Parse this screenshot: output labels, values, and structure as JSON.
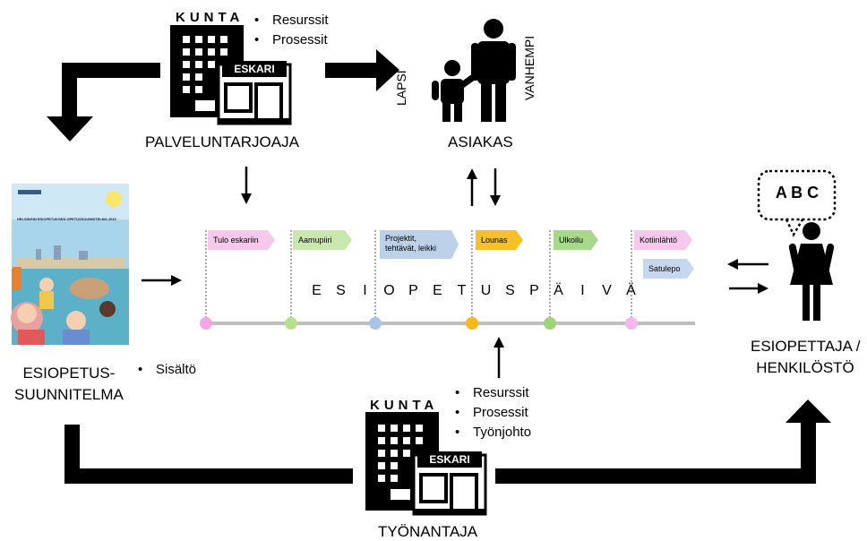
{
  "top_provider": {
    "org_label": "KUNTA",
    "shop_label": "ESKARI",
    "bullets": [
      "Resurssit",
      "Prosessit"
    ],
    "role_label": "PALVELUNTARJOAJA"
  },
  "customer": {
    "child_label": "LAPSI",
    "parent_label": "VANHEMPI",
    "role_label": "ASIAKAS"
  },
  "curriculum": {
    "cover_small_text": "HELSINGIN ESIOPETUKSEN OPETUSSUUNNITELMA 2016",
    "label_line1": "ESIOPETUS-",
    "label_line2": "SUUNNITELMA",
    "bullet": "Sisältö"
  },
  "teacher": {
    "speech_text": "A B C",
    "label_line1": "ESIOPETTAJA /",
    "label_line2": "HENKILÖSTÖ"
  },
  "employer": {
    "org_label": "KUNTA",
    "shop_label": "ESKARI",
    "bullets": [
      "Resurssit",
      "Prosessit",
      "Työnjohto"
    ],
    "role_label": "TYÖNANTAJA"
  },
  "timeline": {
    "title": "ESIOPETUSPÄIVÄ",
    "title_letters": [
      "E",
      "S",
      "I",
      "O",
      "P",
      "E",
      "T",
      "U",
      "S",
      "P",
      "Ä",
      "I",
      "V",
      "Ä"
    ],
    "line_color": "#bfbfbf",
    "activities": [
      {
        "label": "Tulo eskariin",
        "color": "#f8c8ec",
        "dot": "#f4a6e6"
      },
      {
        "label": "Aamupiiri",
        "color": "#c9e8b0",
        "dot": "#b5e08e"
      },
      {
        "label": "Projektit, tehtävät, leikki",
        "label_line1": "Projektit,",
        "label_line2": "tehtävät, leikki",
        "color": "#bcd0e8",
        "dot": "#a9c4e6"
      },
      {
        "label": "Lounas",
        "color": "#f6c02a",
        "dot": "#f6b81a"
      },
      {
        "label": "Ulkoilu",
        "color": "#a8d98a",
        "dot": "#9fd47a"
      },
      {
        "label": "Kotiinlähtö",
        "color": "#f8c8ec",
        "dot": "#f6b8ec"
      },
      {
        "label": "Satulepo",
        "color": "#c6d8ef",
        "dot": null
      }
    ]
  }
}
